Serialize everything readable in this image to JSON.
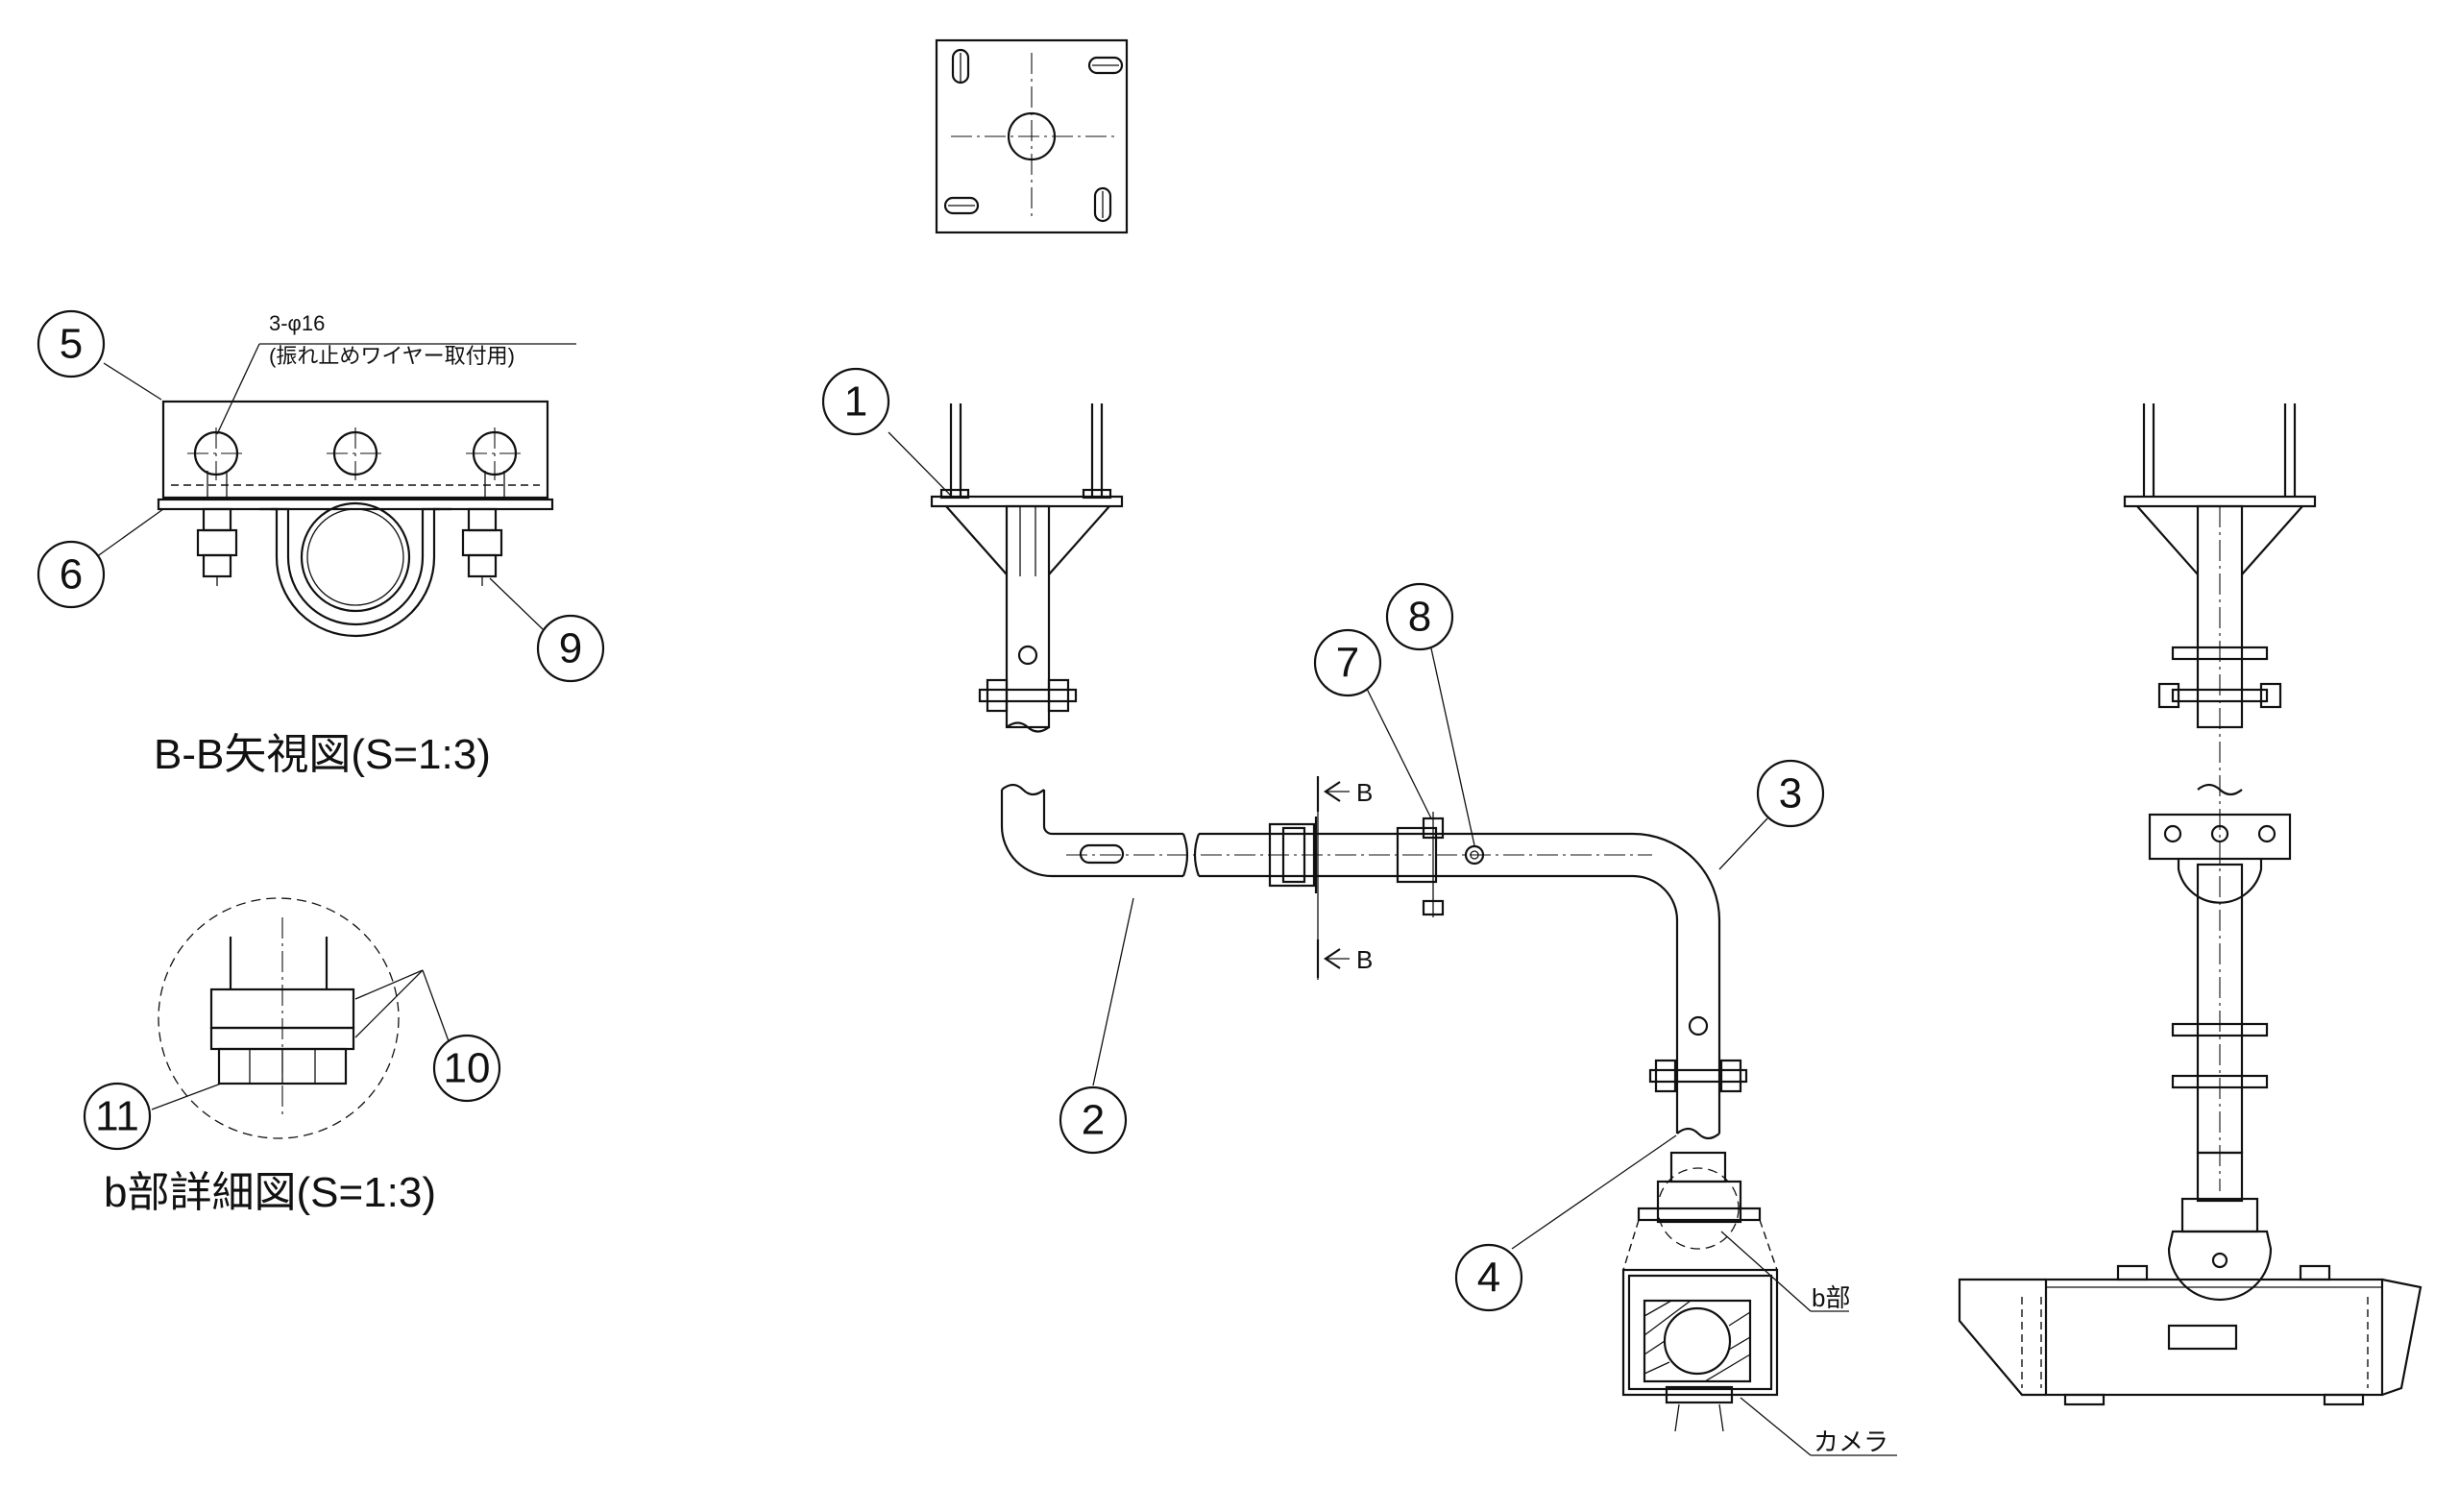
{
  "drawing": {
    "balloons": [
      "1",
      "2",
      "3",
      "4",
      "5",
      "6",
      "7",
      "8",
      "9",
      "10",
      "11"
    ],
    "section_marker": "B",
    "callouts": {
      "hole_note_line1": "3-φ16",
      "hole_note_line2": "(振れ止めワイヤー取付用)",
      "detail_b": "b部",
      "camera": "カメラ"
    },
    "view_titles": {
      "bb_view": "B-B矢視図(S=1:3)",
      "b_detail": "b部詳細図(S=1:3)"
    }
  }
}
